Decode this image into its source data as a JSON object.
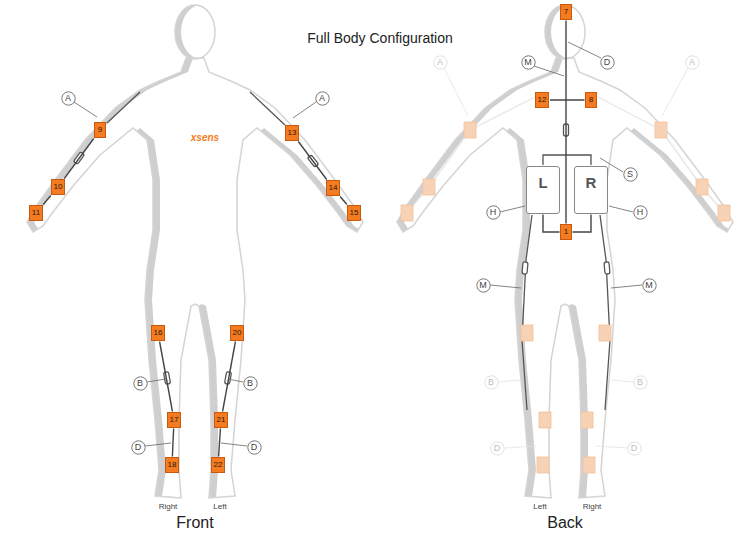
{
  "diagram": {
    "title": "Full Body Configuration",
    "nodes": [
      {
        "text": [
          "A"
        ]
      },
      {
        "text": [
          "A"
        ]
      },
      {
        "text": [
          "9"
        ]
      },
      {
        "text": [
          "13"
        ]
      },
      {
        "text": [
          "10"
        ]
      },
      {
        "text": [
          "14"
        ]
      },
      {
        "text": [
          "11"
        ]
      },
      {
        "text": [
          "15"
        ]
      },
      {
        "text": [
          "16"
        ]
      },
      {
        "text": [
          "20"
        ]
      },
      {
        "text": [
          "B"
        ]
      },
      {
        "text": [
          "B"
        ]
      },
      {
        "text": [
          "17"
        ]
      },
      {
        "text": [
          "21"
        ]
      },
      {
        "text": [
          "D"
        ]
      },
      {
        "text": [
          "D"
        ]
      },
      {
        "text": [
          "18"
        ]
      },
      {
        "text": [
          "22"
        ]
      },
      {
        "text": [
          "7"
        ]
      },
      {
        "text": [
          "A"
        ]
      },
      {
        "text": [
          "M"
        ]
      },
      {
        "text": [
          "D"
        ]
      },
      {
        "text": [
          "A"
        ]
      },
      {
        "text": [
          "12"
        ]
      },
      {
        "text": [
          "8"
        ]
      },
      {
        "text": [
          "L"
        ]
      },
      {
        "text": [
          "R"
        ]
      },
      {
        "text": [
          "S"
        ]
      },
      {
        "text": [
          "H"
        ]
      },
      {
        "text": [
          "H"
        ]
      },
      {
        "text": [
          "1"
        ]
      },
      {
        "text": [
          "M"
        ]
      },
      {
        "text": [
          "M"
        ]
      },
      {
        "text": [
          "B"
        ]
      },
      {
        "text": [
          "B"
        ]
      },
      {
        "text": [
          "D"
        ]
      },
      {
        "text": [
          "D"
        ]
      }
    ],
    "edges": [
      {
        "from": 2,
        "to": 4,
        "arrow": "none"
      },
      {
        "from": 4,
        "to": 6,
        "arrow": "none"
      },
      {
        "from": 3,
        "to": 5,
        "arrow": "none"
      },
      {
        "from": 5,
        "to": 7,
        "arrow": "none"
      },
      {
        "from": 8,
        "to": 12,
        "arrow": "none"
      },
      {
        "from": 12,
        "to": 16,
        "arrow": "none"
      },
      {
        "from": 9,
        "to": 13,
        "arrow": "none"
      },
      {
        "from": 13,
        "to": 17,
        "arrow": "none"
      },
      {
        "from": 18,
        "to": 30,
        "arrow": "none"
      },
      {
        "from": 23,
        "to": 24,
        "arrow": "none"
      },
      {
        "from": 25,
        "to": 30,
        "arrow": "none"
      },
      {
        "from": 26,
        "to": 30,
        "arrow": "none"
      }
    ],
    "labels": [
      "xsens",
      "Right",
      "Left",
      "Front",
      "Left",
      "Right",
      "Back"
    ]
  }
}
